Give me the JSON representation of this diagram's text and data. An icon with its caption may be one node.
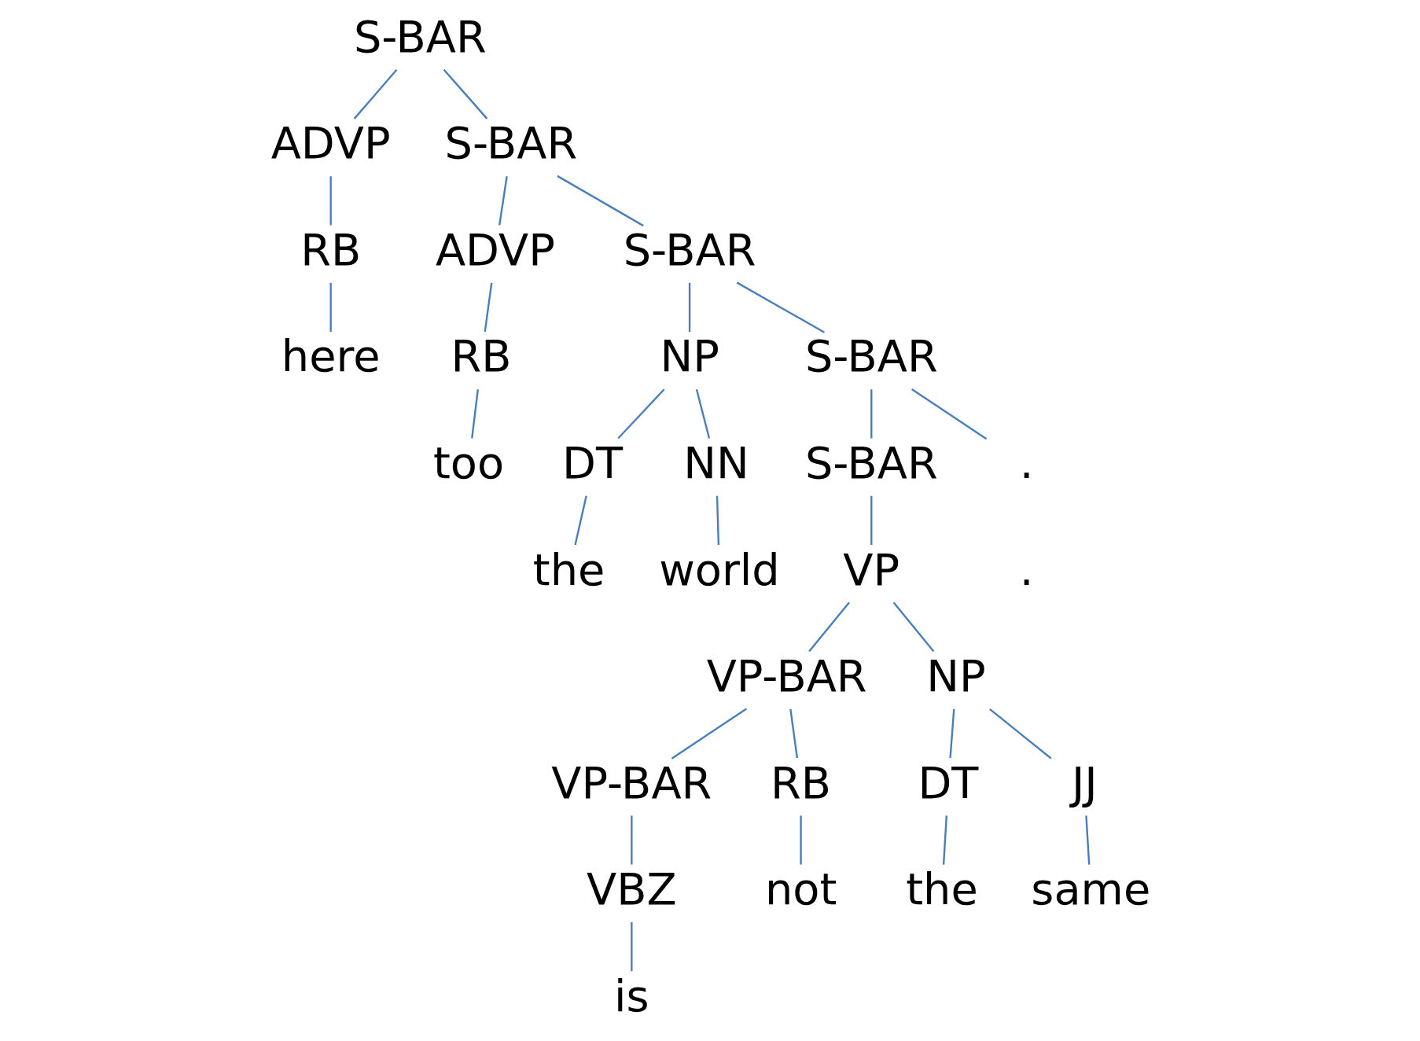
{
  "diagram": {
    "nodes": [
      {
        "text": [
          "S-BAR"
        ]
      },
      {
        "text": [
          "ADVP"
        ]
      },
      {
        "text": [
          "S-BAR"
        ]
      },
      {
        "text": [
          "RB"
        ]
      },
      {
        "text": [
          "here"
        ]
      },
      {
        "text": [
          "ADVP"
        ]
      },
      {
        "text": [
          "S-BAR"
        ]
      },
      {
        "text": [
          "RB"
        ]
      },
      {
        "text": [
          "too"
        ]
      },
      {
        "text": [
          "NP"
        ]
      },
      {
        "text": [
          "S-BAR"
        ]
      },
      {
        "text": [
          "DT"
        ]
      },
      {
        "text": [
          "NN"
        ]
      },
      {
        "text": [
          "the"
        ]
      },
      {
        "text": [
          "world"
        ]
      },
      {
        "text": [
          "S-BAR"
        ]
      },
      {
        "text": [
          "."
        ]
      },
      {
        "text": [
          "VP"
        ]
      },
      {
        "text": [
          "VP-BAR"
        ]
      },
      {
        "text": [
          "NP"
        ]
      },
      {
        "text": [
          "VP-BAR"
        ]
      },
      {
        "text": [
          "RB"
        ]
      },
      {
        "text": [
          "DT"
        ]
      },
      {
        "text": [
          "JJ"
        ]
      },
      {
        "text": [
          "VBZ"
        ]
      },
      {
        "text": [
          "not"
        ]
      },
      {
        "text": [
          "the"
        ]
      },
      {
        "text": [
          "same"
        ]
      },
      {
        "text": [
          "is"
        ]
      }
    ],
    "edges": [
      {
        "from": 0,
        "to": 1,
        "arrow": "none"
      },
      {
        "from": 0,
        "to": 2,
        "arrow": "none"
      },
      {
        "from": 1,
        "to": 3,
        "arrow": "none"
      },
      {
        "from": 3,
        "to": 4,
        "arrow": "none"
      },
      {
        "from": 2,
        "to": 5,
        "arrow": "none"
      },
      {
        "from": 2,
        "to": 6,
        "arrow": "none"
      },
      {
        "from": 5,
        "to": 7,
        "arrow": "none"
      },
      {
        "from": 7,
        "to": 8,
        "arrow": "none"
      },
      {
        "from": 6,
        "to": 9,
        "arrow": "none"
      },
      {
        "from": 6,
        "to": 10,
        "arrow": "none"
      },
      {
        "from": 9,
        "to": 11,
        "arrow": "none"
      },
      {
        "from": 9,
        "to": 12,
        "arrow": "none"
      },
      {
        "from": 11,
        "to": 13,
        "arrow": "none"
      },
      {
        "from": 12,
        "to": 14,
        "arrow": "none"
      },
      {
        "from": 10,
        "to": 15,
        "arrow": "none"
      },
      {
        "from": 10,
        "to": 16,
        "arrow": "none"
      },
      {
        "from": 15,
        "to": 17,
        "arrow": "none"
      },
      {
        "from": 17,
        "to": 18,
        "arrow": "none"
      },
      {
        "from": 17,
        "to": 19,
        "arrow": "none"
      },
      {
        "from": 18,
        "to": 20,
        "arrow": "none"
      },
      {
        "from": 18,
        "to": 21,
        "arrow": "none"
      },
      {
        "from": 19,
        "to": 22,
        "arrow": "none"
      },
      {
        "from": 19,
        "to": 23,
        "arrow": "none"
      },
      {
        "from": 20,
        "to": 24,
        "arrow": "none"
      },
      {
        "from": 21,
        "to": 25,
        "arrow": "none"
      },
      {
        "from": 22,
        "to": 26,
        "arrow": "none"
      },
      {
        "from": 23,
        "to": 27,
        "arrow": "none"
      },
      {
        "from": 24,
        "to": 28,
        "arrow": "none"
      }
    ],
    "labels": [
      "."
    ]
  }
}
